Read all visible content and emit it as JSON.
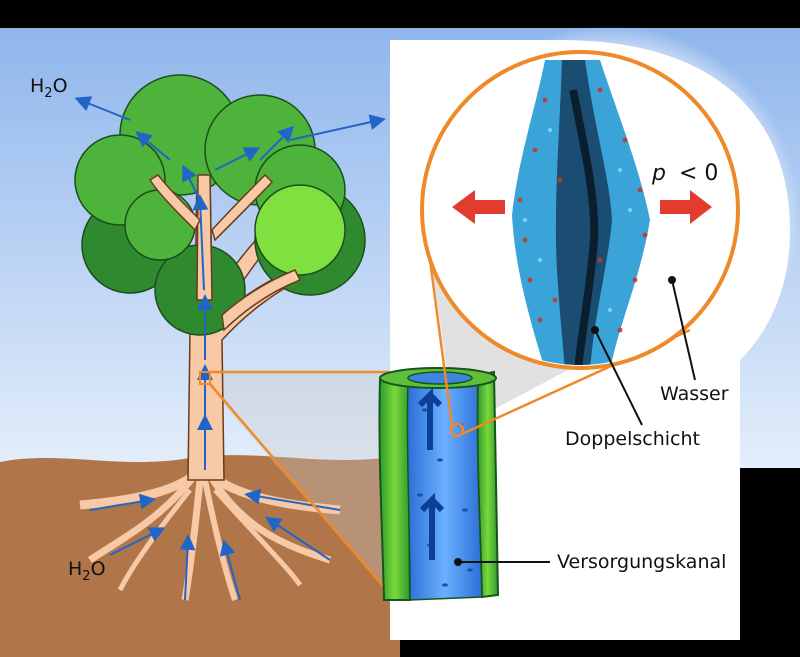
{
  "labels": {
    "h2o_top": "H2O",
    "h2o_bottom": "H2O",
    "pressure_symbol": "p",
    "pressure_rel": "< 0",
    "wasser": "Wasser",
    "doppelschicht": "Doppelschicht",
    "versorgungskanal": "Versorgungskanal"
  },
  "colors": {
    "sky": "#a9c8f0",
    "soil": "#b0764a",
    "trunk": "#f7c9a6",
    "foliage_dark": "#2f8a2f",
    "foliage_mid": "#4db33a",
    "foliage_light": "#80e03f",
    "arrow_blue": "#2166c6",
    "orange": "#ef8a2a",
    "red_arrow": "#e23c2e",
    "membrane_blue": "#3aa3d8"
  }
}
